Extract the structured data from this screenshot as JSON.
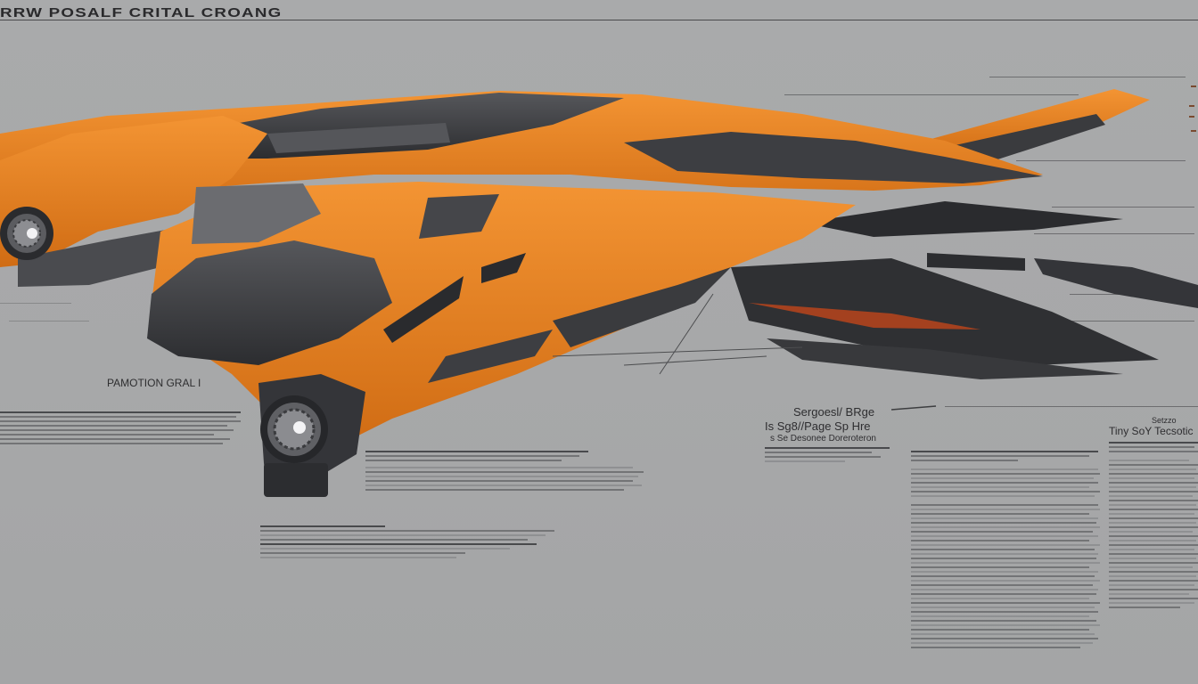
{
  "header": {
    "title": "RRW POSALF CRITAL CROANG"
  },
  "annotations": {
    "left_label": "PAMOTION GRAL I",
    "mid_right_heading_1": "Sergoesl/ BRge",
    "mid_right_heading_2": "Is Sg8//Page Sp Hre",
    "mid_right_heading_3": "s Se Desonee Doreroteron",
    "far_right_heading_top": "Setzzo",
    "far_right_heading": "Tiny SoY Tecsotic"
  },
  "colors": {
    "background": "#a8a9aa",
    "hull_orange": "#e8811f",
    "hull_dark": "#3a3b3e",
    "hull_gray": "#6b6c70",
    "accent_red": "#c2461a"
  },
  "icons": [
    "starship-illustration",
    "engine-thruster-icon",
    "headlight-icon"
  ]
}
